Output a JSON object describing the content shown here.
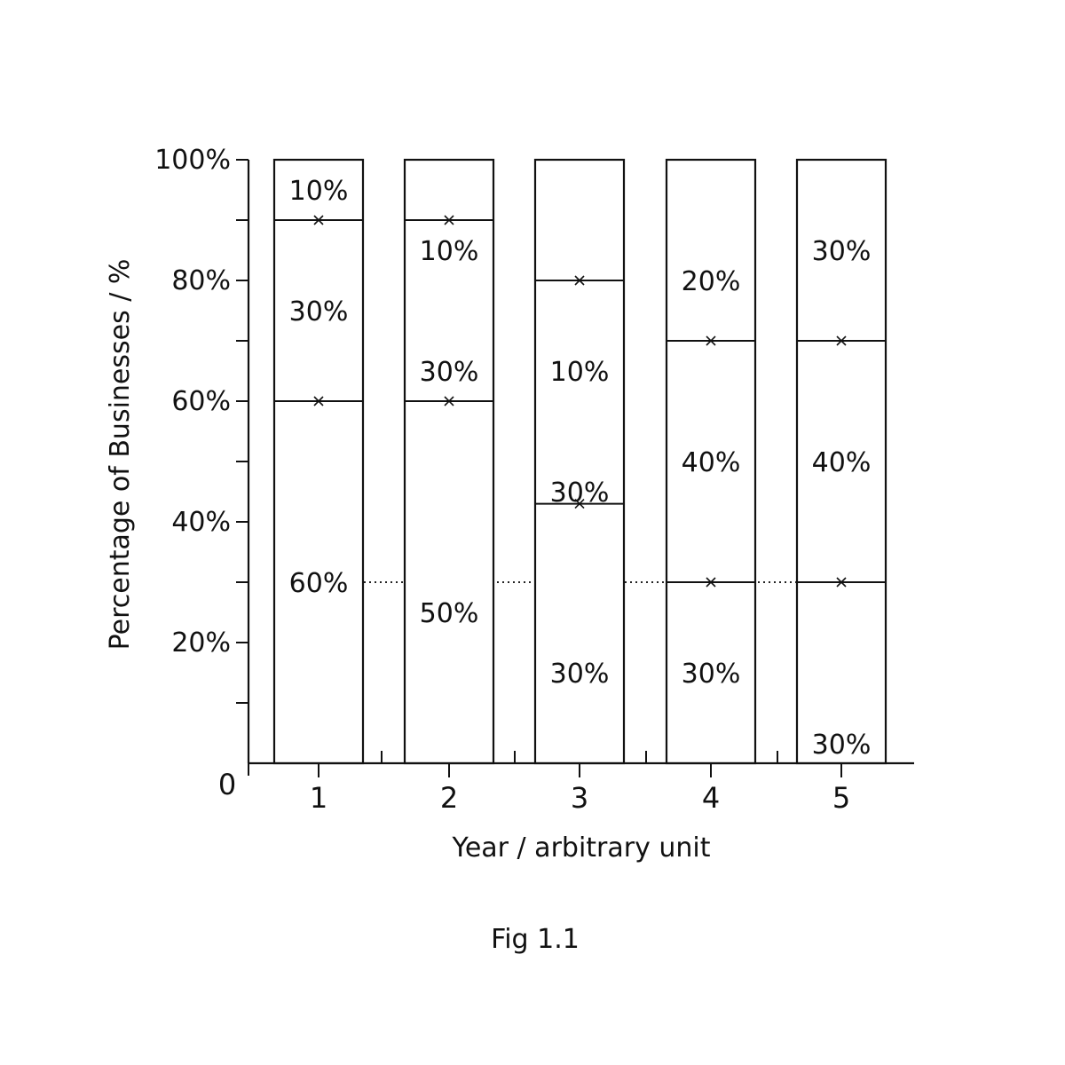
{
  "chart_data": {
    "type": "bar",
    "stacked": true,
    "title": "",
    "xlabel": "Year / arbitrary unit",
    "ylabel": "Percentage of Businesses / %",
    "caption": "Fig 1.1",
    "origin_label": "0",
    "ylim": [
      0,
      100
    ],
    "y_ticks": [
      {
        "value": 100,
        "label": "100%"
      },
      {
        "value": 80,
        "label": "80%"
      },
      {
        "value": 60,
        "label": "60%"
      },
      {
        "value": 40,
        "label": "40%"
      },
      {
        "value": 20,
        "label": "20%"
      }
    ],
    "y_minor_ticks": [
      90,
      70,
      50,
      30,
      10
    ],
    "categories": [
      "1",
      "2",
      "3",
      "4",
      "5"
    ],
    "series": [
      {
        "values": [
          60,
          50,
          30,
          30,
          30
        ],
        "labels": [
          "60%",
          "50%",
          "30%",
          "30%",
          "30%"
        ]
      },
      {
        "values": [
          30,
          30,
          30,
          40,
          40
        ],
        "labels": [
          "30%",
          "30%",
          "30%",
          "40%",
          "40%"
        ]
      },
      {
        "values": [
          10,
          10,
          10,
          20,
          30
        ],
        "labels": [
          "10%",
          "10%",
          "10%",
          "20%",
          "30%"
        ]
      }
    ],
    "annotations": {
      "boundaries_per_bar": [
        [
          60,
          90
        ],
        [
          60,
          90
        ],
        [
          43,
          80
        ],
        [
          30,
          70
        ],
        [
          30,
          70
        ]
      ],
      "horizontal_guide_value": 30,
      "vertical_guides": [
        {
          "category": "3",
          "from": 0,
          "to": 43
        },
        {
          "category": "4",
          "from": 0,
          "to": 30
        }
      ]
    },
    "grid": false,
    "legend": "none"
  }
}
